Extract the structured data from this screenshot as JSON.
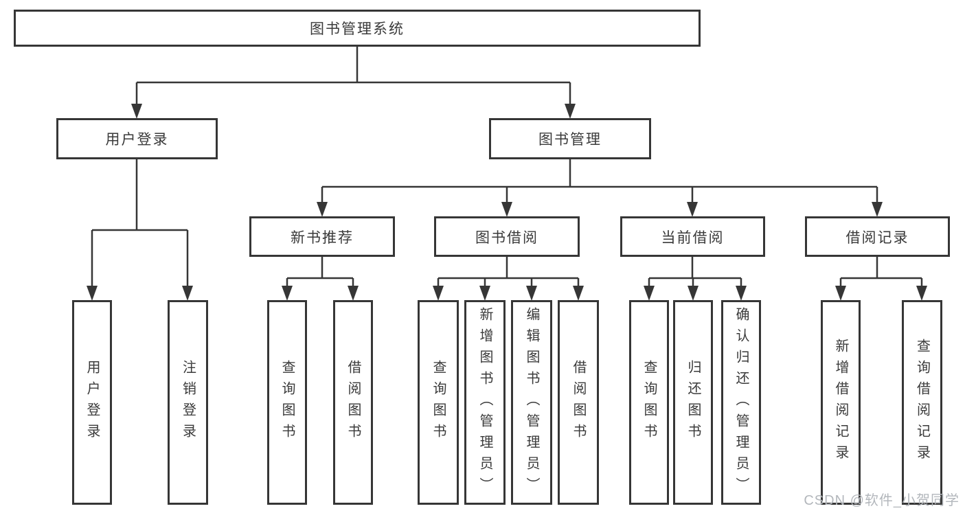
{
  "tree": {
    "label": "图书管理系统",
    "children": [
      {
        "label": "用户登录",
        "children": [
          {
            "label": "用户登录"
          },
          {
            "label": "注销登录"
          }
        ]
      },
      {
        "label": "图书管理",
        "children": [
          {
            "label": "新书推荐",
            "children": [
              {
                "label": "查询图书"
              },
              {
                "label": "借阅图书"
              }
            ]
          },
          {
            "label": "图书借阅",
            "children": [
              {
                "label": "查询图书"
              },
              {
                "label": "新增图书（管理员）"
              },
              {
                "label": "编辑图书（管理员）"
              },
              {
                "label": "借阅图书"
              }
            ]
          },
          {
            "label": "当前借阅",
            "children": [
              {
                "label": "查询图书"
              },
              {
                "label": "归还图书"
              },
              {
                "label": "确认归还（管理员）"
              }
            ]
          },
          {
            "label": "借阅记录",
            "children": [
              {
                "label": "新增借阅记录"
              },
              {
                "label": "查询借阅记录"
              }
            ]
          }
        ]
      }
    ]
  },
  "colors": {
    "line": "#363636",
    "text": "#3a3a3a",
    "watermark": "#b3b7bc"
  },
  "watermark": "CSDN @软件_小贺同学"
}
